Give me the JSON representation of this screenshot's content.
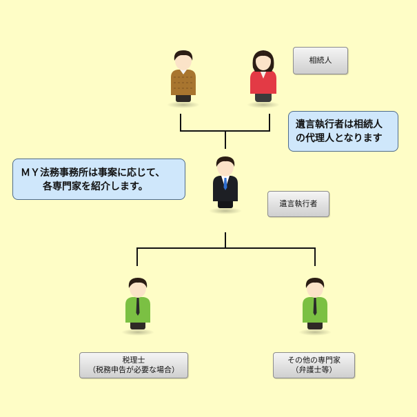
{
  "colors": {
    "background": "#fefdc6",
    "connector": "#111111",
    "bubble_fill": "#cfe7fb",
    "bubble_border": "#4d6a8a",
    "label_fill_top": "#f5f5f5",
    "label_fill_bottom": "#cfcfcf",
    "skin": "#fbe3c8",
    "hair": "#2b1d14",
    "heir_male_shirt": "#a8752f",
    "heir_female_shirt": "#e33a45",
    "executor_suit": "#1d1f24",
    "executor_tie": "#2f6fd0",
    "specialist_shirt": "#7bc043",
    "specialist_tie": "#2a2a2a"
  },
  "nodes": {
    "heirs": {
      "label": "相続人",
      "icons": [
        "male-person-icon",
        "female-person-icon"
      ]
    },
    "executor": {
      "label": "遺言執行者",
      "icon": "businessman-icon"
    },
    "tax_accountant": {
      "label_line1": "税理士",
      "label_line2": "（税務申告が必要な場合）",
      "icon": "male-specialist-icon"
    },
    "other_specialists": {
      "label_line1": "その他の専門家",
      "label_line2": "（弁護士等）",
      "icon": "male-specialist-icon"
    }
  },
  "callouts": {
    "executor_note": {
      "line1": "遺言執行者は相続人",
      "line2": "の代理人となります"
    },
    "firm_note": {
      "line1": "ＭＹ法務事務所は事案に応じて、",
      "line2": "各専門家を紹介します。"
    }
  }
}
